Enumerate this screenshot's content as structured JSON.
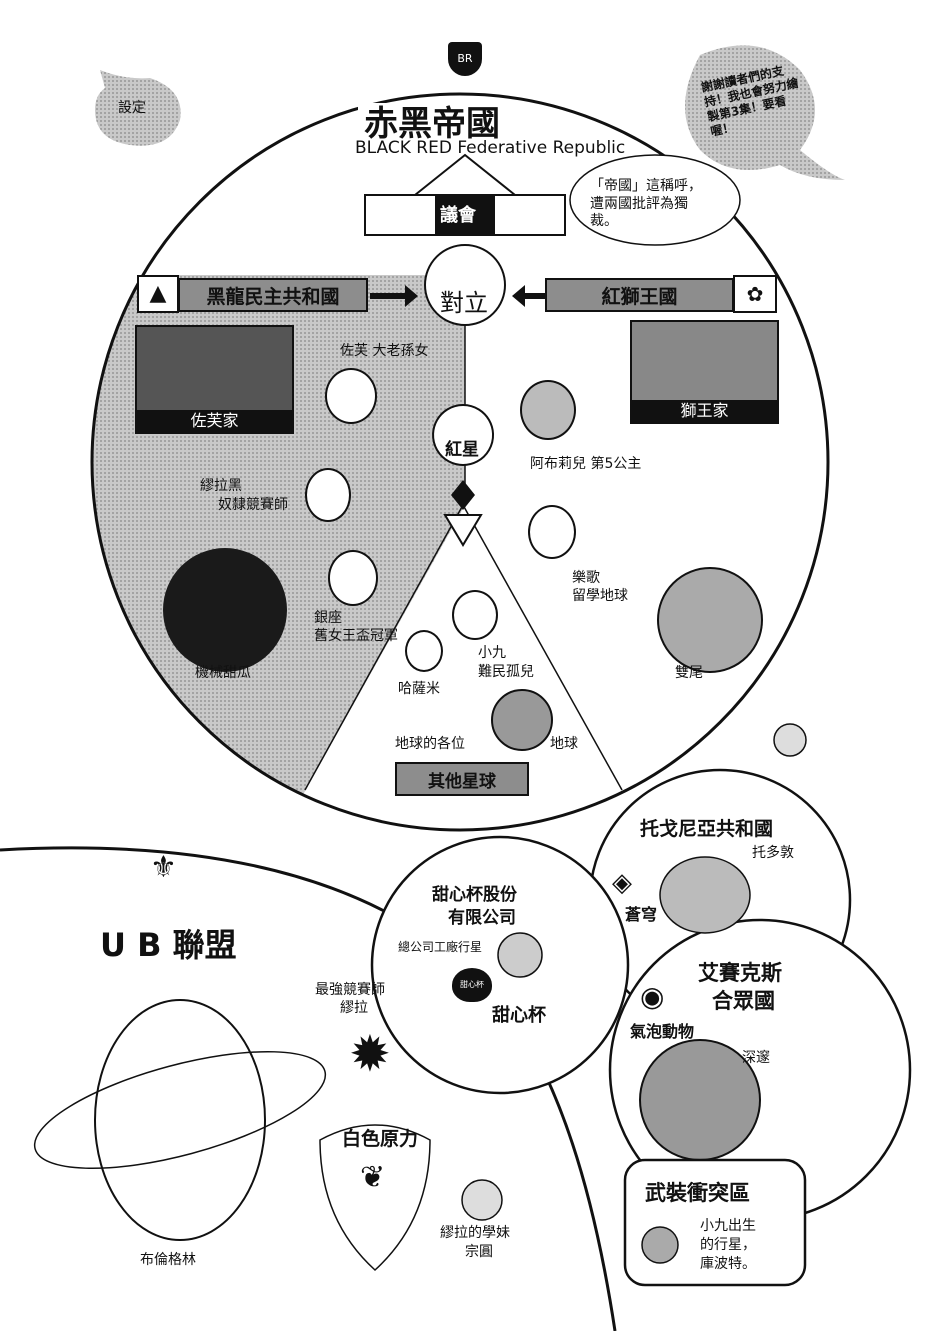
{
  "corner_label": "設定",
  "author_note": "謝謝讀者們的支持！我也會努力繪製第3集！要看喔！",
  "empire": {
    "title": "赤黑帝國",
    "subtitle": "BLACK RED Federative Republic",
    "emblem_letters": "BR",
    "parliament": "議會",
    "note": "「帝國」這稱呼，遭兩國批評為獨裁。",
    "conflict": "對立"
  },
  "black_dragon": {
    "name": "黑龍民主共和國",
    "family": "佐芙家",
    "members": [
      {
        "name": "佐芙 大老孫女"
      },
      {
        "name": "繆拉黑",
        "role": "奴隸競賽師"
      },
      {
        "name": "銀座",
        "role": "舊女王盃冠軍"
      }
    ],
    "planet": "機械甜瓜"
  },
  "red_lion": {
    "name": "紅獅王國",
    "family": "獅王家",
    "members": [
      {
        "name": "阿布莉兒 第5公主"
      },
      {
        "name": "樂歌",
        "role": "留學地球"
      }
    ],
    "planet": "雙尾"
  },
  "red_star": "紅星",
  "other_planets": {
    "name": "其他星球",
    "members": [
      {
        "name": "小九",
        "role": "難民孤兒"
      },
      {
        "name": "哈薩米"
      },
      {
        "name": "地球的各位"
      }
    ],
    "planet": "地球"
  },
  "ub": {
    "name": "U B 聯盟",
    "champion_title": "最強競賽師",
    "champion": "繆拉",
    "force": "白色原力",
    "junior": "繆拉的學妹",
    "junior_name": "宗圓",
    "planet": "布倫格林"
  },
  "sweetheart": {
    "name_line1": "甜心杯股份",
    "name_line2": "有限公司",
    "hq": "總公司工廠行星",
    "logo_text": "甜心杯",
    "brand": "甜心杯"
  },
  "togonia": {
    "name": "托戈尼亞共和國",
    "planet": "托多敦",
    "symbol": "蒼穹"
  },
  "ixex": {
    "name_line1": "艾賽克斯",
    "name_line2": "合眾國",
    "symbol": "氣泡動物",
    "planet": "深邃"
  },
  "war_zone": {
    "name": "武裝衝突區",
    "note_line1": "小九出生",
    "note_line2": "的行星，",
    "note_line3": "庫波特。"
  }
}
